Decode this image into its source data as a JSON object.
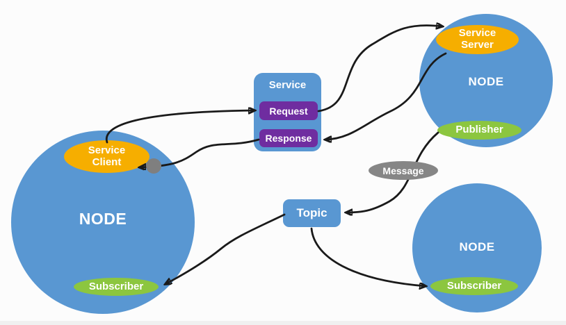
{
  "colors": {
    "node_blue": "#5997D2",
    "gold": "#F6AE00",
    "green": "#8CC63F",
    "purple": "#6F2DA0",
    "message_gray": "#868686",
    "dot_gray": "#7F7F7F",
    "arrow": "#1A1A1A",
    "background": "#FCFCFC"
  },
  "left_node": {
    "label": "NODE",
    "service_client_label": "Service Client",
    "subscriber_label": "Subscriber"
  },
  "service_panel": {
    "title": "Service",
    "request_label": "Request",
    "response_label": "Response"
  },
  "server_node": {
    "label": "NODE",
    "service_server_label": "Service Server",
    "publisher_label": "Publisher"
  },
  "subscriber_node": {
    "label": "NODE",
    "subscriber_label": "Subscriber"
  },
  "topic": {
    "label": "Topic"
  },
  "message": {
    "label": "Message"
  }
}
